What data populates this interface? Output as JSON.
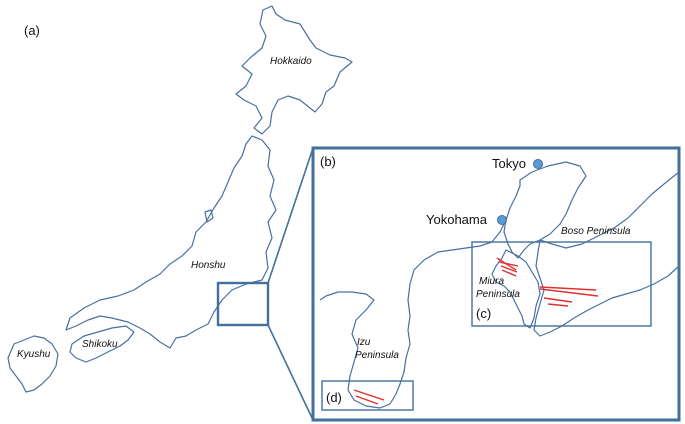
{
  "panels": {
    "a": "(a)",
    "b": "(b)",
    "c": "(c)",
    "d": "(d)"
  },
  "islands": {
    "hokkaido": "Hokkaido",
    "honshu": "Honshu",
    "shikoku": "Shikoku",
    "kyushu": "Kyushu"
  },
  "cities": {
    "tokyo": "Tokyo",
    "yokohama": "Yokohama"
  },
  "peninsulas": {
    "boso": "Boso Peninsula",
    "miura_line1": "Miura",
    "miura_line2": "Peninsula",
    "izu_line1": "Izu",
    "izu_line2": "Peninsula"
  },
  "colors": {
    "coastline": "#4a6fa0",
    "frame": "#41719c",
    "faults": "#e03030",
    "city_marker": "#5b9bd5"
  }
}
